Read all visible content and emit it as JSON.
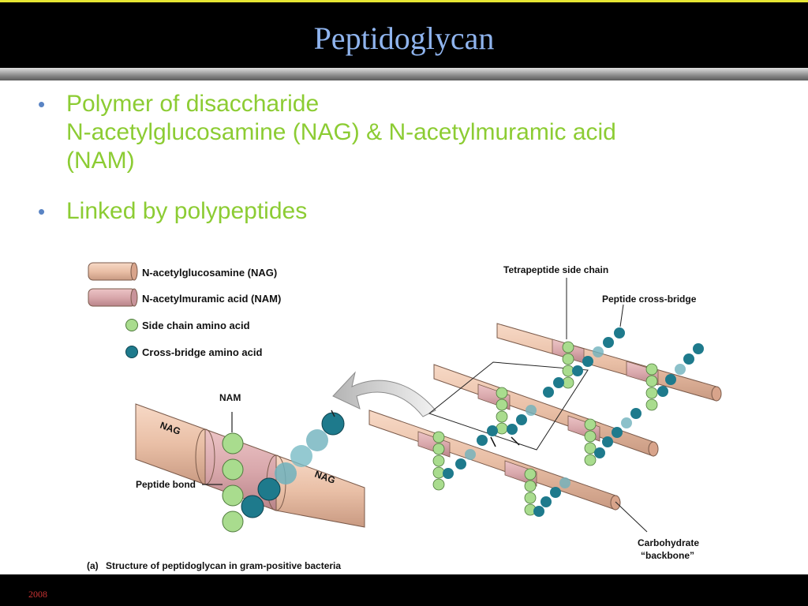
{
  "slide": {
    "title": "Peptidoglycan",
    "footer": "2008"
  },
  "bullets": [
    {
      "lines": [
        "Polymer of disaccharide",
        "N-acetylglucosamine (NAG) & N-acetylmuramic acid",
        "(NAM)"
      ]
    },
    {
      "lines": [
        "Linked by polypeptides"
      ]
    }
  ],
  "figure": {
    "legend": [
      {
        "label": "N-acetylglucosamine (NAG)",
        "symbol": "nag-cylinder",
        "color": "#e9bfa6"
      },
      {
        "label": "N-acetylmuramic acid (NAM)",
        "symbol": "nam-cylinder",
        "color": "#d9a8ac"
      },
      {
        "label": "Side chain amino acid",
        "symbol": "light-green-circle",
        "color": "#a9dc8e"
      },
      {
        "label": "Cross-bridge amino acid",
        "symbol": "teal-circle",
        "color": "#1e7a8c"
      }
    ],
    "labels": {
      "tetrapeptide": "Tetrapeptide side chain",
      "cross_bridge": "Peptide cross-bridge",
      "nam": "NAM",
      "nag_left": "NAG",
      "nag_right": "NAG",
      "peptide_bond": "Peptide bond",
      "backbone_line1": "Carbohydrate",
      "backbone_line2": "“backbone”"
    },
    "caption_tag": "(a)",
    "caption": "Structure of peptidoglycan in gram-positive bacteria"
  }
}
